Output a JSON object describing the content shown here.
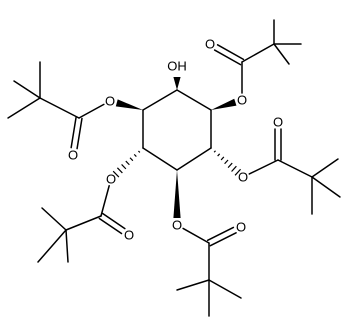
{
  "molecule": {
    "atoms": [
      {
        "id": "c1",
        "symbol": "C"
      },
      {
        "id": "c2",
        "symbol": "C"
      },
      {
        "id": "c3",
        "symbol": "C"
      },
      {
        "id": "c4",
        "symbol": "C"
      },
      {
        "id": "c5",
        "symbol": "C"
      },
      {
        "id": "c6",
        "symbol": "C"
      },
      {
        "id": "oh",
        "symbol": "O",
        "label": "OH"
      },
      {
        "id": "o1",
        "symbol": "O",
        "label": "O"
      },
      {
        "id": "k1",
        "symbol": "C"
      },
      {
        "id": "ko1",
        "symbol": "O",
        "label": "O"
      },
      {
        "id": "q1",
        "symbol": "C"
      },
      {
        "id": "m1a",
        "symbol": "C"
      },
      {
        "id": "m1b",
        "symbol": "C"
      },
      {
        "id": "m1c",
        "symbol": "C"
      },
      {
        "id": "o2",
        "symbol": "O",
        "label": "O"
      },
      {
        "id": "k2",
        "symbol": "C"
      },
      {
        "id": "ko2",
        "symbol": "O",
        "label": "O"
      },
      {
        "id": "q2",
        "symbol": "C"
      },
      {
        "id": "m2a",
        "symbol": "C"
      },
      {
        "id": "m2b",
        "symbol": "C"
      },
      {
        "id": "m2c",
        "symbol": "C"
      },
      {
        "id": "o3",
        "symbol": "O",
        "label": "O"
      },
      {
        "id": "k3",
        "symbol": "C"
      },
      {
        "id": "ko3",
        "symbol": "O",
        "label": "O"
      },
      {
        "id": "q3",
        "symbol": "C"
      },
      {
        "id": "m3a",
        "symbol": "C"
      },
      {
        "id": "m3b",
        "symbol": "C"
      },
      {
        "id": "m3c",
        "symbol": "C"
      },
      {
        "id": "o4",
        "symbol": "O",
        "label": "O"
      },
      {
        "id": "k4",
        "symbol": "C"
      },
      {
        "id": "ko4",
        "symbol": "O",
        "label": "O"
      },
      {
        "id": "q4",
        "symbol": "C"
      },
      {
        "id": "m4a",
        "symbol": "C"
      },
      {
        "id": "m4b",
        "symbol": "C"
      },
      {
        "id": "m4c",
        "symbol": "C"
      },
      {
        "id": "o5",
        "symbol": "O",
        "label": "O"
      },
      {
        "id": "k5",
        "symbol": "C"
      },
      {
        "id": "ko5",
        "symbol": "O",
        "label": "O"
      },
      {
        "id": "q5",
        "symbol": "C"
      },
      {
        "id": "m5a",
        "symbol": "C"
      },
      {
        "id": "m5b",
        "symbol": "C"
      },
      {
        "id": "m5c",
        "symbol": "C"
      }
    ],
    "bonds": [
      {
        "a": "c1",
        "b": "c2",
        "order": 1
      },
      {
        "a": "c2",
        "b": "c3",
        "order": 1
      },
      {
        "a": "c3",
        "b": "c4",
        "order": 1
      },
      {
        "a": "c4",
        "b": "c5",
        "order": 1
      },
      {
        "a": "c5",
        "b": "c6",
        "order": 1
      },
      {
        "a": "c6",
        "b": "c1",
        "order": 1
      },
      {
        "a": "c1",
        "b": "oh",
        "order": 1,
        "stereo": "wedge"
      },
      {
        "a": "c2",
        "b": "o1",
        "order": 1,
        "stereo": "wedge"
      },
      {
        "a": "c3",
        "b": "o2",
        "order": 1,
        "stereo": "hash"
      },
      {
        "a": "c4",
        "b": "o3",
        "order": 1,
        "stereo": "wedge"
      },
      {
        "a": "c5",
        "b": "o4",
        "order": 1,
        "stereo": "hash"
      },
      {
        "a": "c6",
        "b": "o5",
        "order": 1,
        "stereo": "wedge"
      },
      {
        "a": "o1",
        "b": "k1",
        "order": 1
      },
      {
        "a": "k1",
        "b": "ko1",
        "order": 2
      },
      {
        "a": "k1",
        "b": "q1",
        "order": 1
      },
      {
        "a": "q1",
        "b": "m1a",
        "order": 1
      },
      {
        "a": "q1",
        "b": "m1b",
        "order": 1
      },
      {
        "a": "q1",
        "b": "m1c",
        "order": 1
      },
      {
        "a": "o2",
        "b": "k2",
        "order": 1
      },
      {
        "a": "k2",
        "b": "ko2",
        "order": 2
      },
      {
        "a": "k2",
        "b": "q2",
        "order": 1
      },
      {
        "a": "q2",
        "b": "m2a",
        "order": 1
      },
      {
        "a": "q2",
        "b": "m2b",
        "order": 1
      },
      {
        "a": "q2",
        "b": "m2c",
        "order": 1
      },
      {
        "a": "o3",
        "b": "k3",
        "order": 1
      },
      {
        "a": "k3",
        "b": "ko3",
        "order": 2
      },
      {
        "a": "k3",
        "b": "q3",
        "order": 1
      },
      {
        "a": "q3",
        "b": "m3a",
        "order": 1
      },
      {
        "a": "q3",
        "b": "m3b",
        "order": 1
      },
      {
        "a": "q3",
        "b": "m3c",
        "order": 1
      },
      {
        "a": "o4",
        "b": "k4",
        "order": 1
      },
      {
        "a": "k4",
        "b": "ko4",
        "order": 2
      },
      {
        "a": "k4",
        "b": "q4",
        "order": 1
      },
      {
        "a": "q4",
        "b": "m4a",
        "order": 1
      },
      {
        "a": "q4",
        "b": "m4b",
        "order": 1
      },
      {
        "a": "q4",
        "b": "m4c",
        "order": 1
      },
      {
        "a": "o5",
        "b": "k5",
        "order": 1
      },
      {
        "a": "k5",
        "b": "ko5",
        "order": 2
      },
      {
        "a": "k5",
        "b": "q5",
        "order": 1
      },
      {
        "a": "q5",
        "b": "m5a",
        "order": 1
      },
      {
        "a": "q5",
        "b": "m5b",
        "order": 1
      },
      {
        "a": "q5",
        "b": "m5c",
        "order": 1
      }
    ]
  },
  "colors": {
    "bond": "#000000",
    "label": "#000000",
    "background": "#ffffff"
  }
}
